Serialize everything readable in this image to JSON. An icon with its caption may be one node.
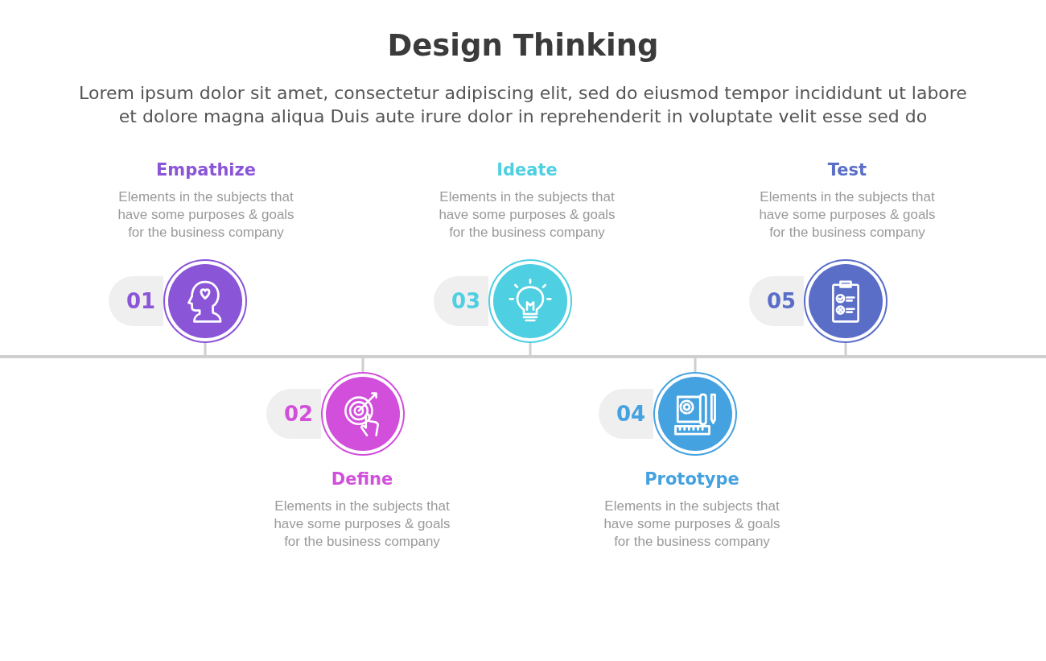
{
  "diagram": {
    "title": "Design Thinking",
    "nodes": [
      {
        "text": [
          "01"
        ]
      },
      {
        "text": [],
        "shape": "circle",
        "beside": [
          "Empathize",
          "Elements in the subjects that have some purposes & goals for the business company"
        ]
      },
      {
        "text": [
          "02"
        ]
      },
      {
        "text": [],
        "shape": "circle",
        "beside": [
          "Define",
          "Elements in the subjects that have some purposes & goals for the business company"
        ]
      },
      {
        "text": [
          "03"
        ]
      },
      {
        "text": [],
        "shape": "circle",
        "beside": [
          "Ideate",
          "Elements in the subjects that have some purposes & goals for the business company"
        ]
      },
      {
        "text": [
          "04"
        ]
      },
      {
        "text": [],
        "shape": "circle",
        "beside": [
          "Prototype",
          "Elements in the subjects that have some purposes & goals for the business company"
        ]
      },
      {
        "text": [
          "05"
        ]
      },
      {
        "text": [],
        "shape": "circle",
        "beside": [
          "Test",
          "Elements in the subjects that have some purposes & goals for the business company"
        ]
      },
      {
        "text": [],
        "shape": "bar"
      }
    ],
    "edges": [
      {
        "from": 1,
        "to": 10,
        "arrow": "none"
      },
      {
        "from": 3,
        "to": 10,
        "arrow": "none"
      },
      {
        "from": 5,
        "to": 10,
        "arrow": "none"
      },
      {
        "from": 7,
        "to": 10,
        "arrow": "none"
      },
      {
        "from": 9,
        "to": 10,
        "arrow": "none"
      }
    ],
    "labels": [
      "Lorem ipsum dolor sit amet, consectetur adipiscing elit, sed do eiusmod tempor incididunt ut labore et dolore magna aliqua Duis aute irure dolor in reprehenderit in voluptate velit esse sed do"
    ]
  }
}
